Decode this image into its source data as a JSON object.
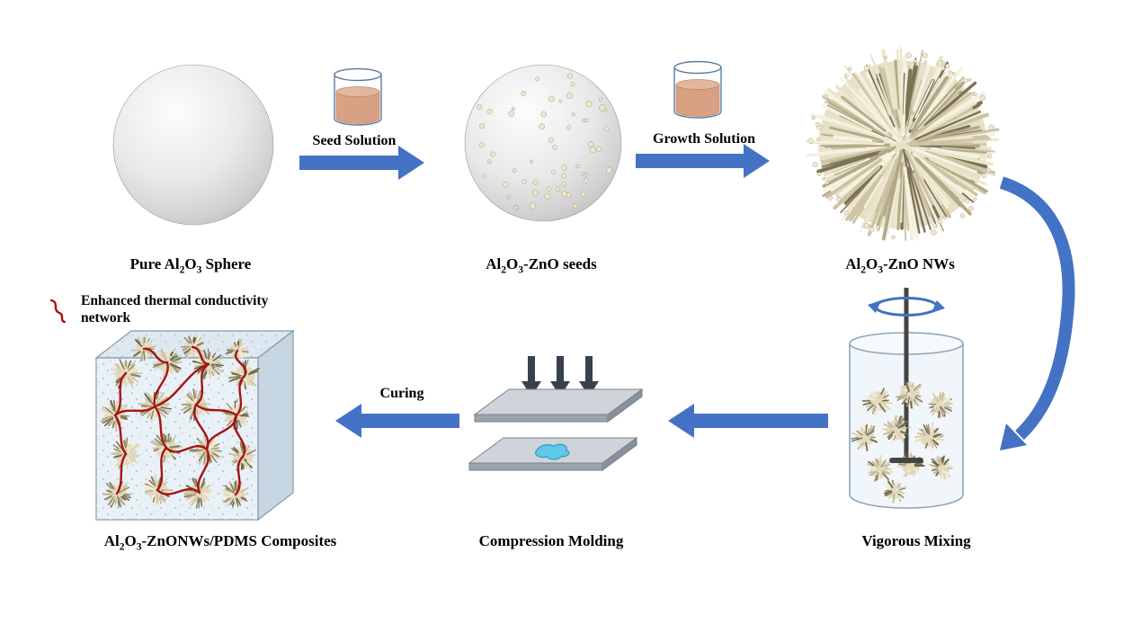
{
  "diagram": {
    "labels": {
      "pure_sphere": {
        "p1": "Pure Al",
        "s1": "2",
        "p2": "O",
        "s2": "3",
        "p3": " Sphere"
      },
      "seeded_sphere": {
        "p1": "Al",
        "s1": "2",
        "p2": "O",
        "s2": "3",
        "p3": "-ZnO seeds"
      },
      "nanowire_sphere": {
        "p1": "Al",
        "s1": "2",
        "p2": "O",
        "s2": "3",
        "p3": "-ZnO NWs"
      },
      "composite": {
        "p1": "Al",
        "s1": "2",
        "p2": "O",
        "s2": "3",
        "p3": "-ZnONWs/PDMS Composites"
      },
      "seed_solution": "Seed Solution",
      "growth_solution": "Growth Solution",
      "curing": "Curing",
      "vigorous_mixing": "Vigorous Mixing",
      "compression_molding": "Compression Molding",
      "legend_network": "Enhanced thermal conductivity network"
    },
    "colors": {
      "arrow_blue": "#4472C4",
      "press_arrow_dark": "#39404E",
      "network_red": "#A61212",
      "solution_tan": "#D9A184",
      "nanowire_beige": "#D8D0B4",
      "sphere_gray": "#D9D9D9",
      "cube_face_blue": "#E9F1F7",
      "mold_gray": "#CFD4DA",
      "blob_cyan": "#5EC7EA"
    }
  }
}
